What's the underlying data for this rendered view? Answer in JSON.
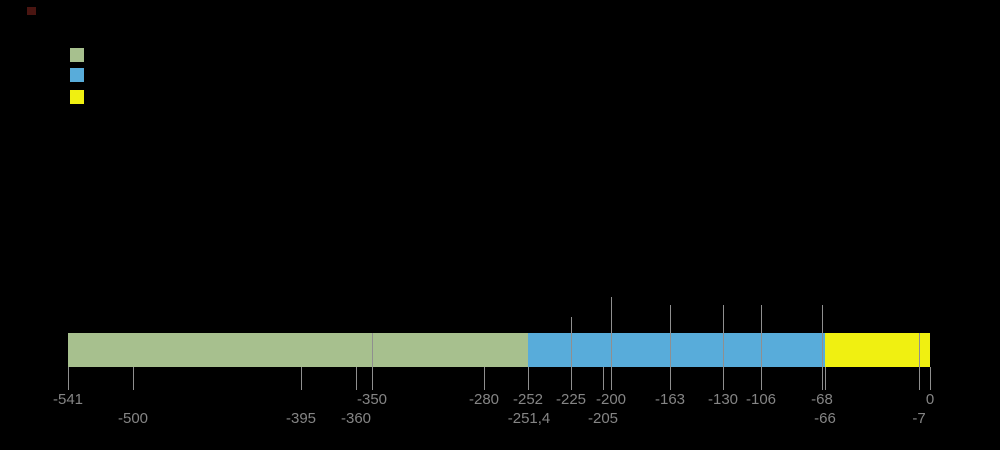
{
  "figure": {
    "background": "#000000",
    "label_color": "#858585",
    "tick_color": "#8f8f8f",
    "top_left_marker_color": "#4a1511"
  },
  "legend": {
    "items": [
      {
        "name": "legend-swatch-green",
        "color": "#a7c08e"
      },
      {
        "name": "legend-swatch-blue",
        "color": "#58acda"
      },
      {
        "name": "legend-swatch-yellow",
        "color": "#f0f011"
      }
    ]
  },
  "chart_data": {
    "type": "timeline",
    "axis": {
      "min": -541,
      "max": 0
    },
    "segments": [
      {
        "id": "green",
        "start": -541,
        "end": -252,
        "color": "#a7c08e"
      },
      {
        "id": "blue",
        "start": -252,
        "end": -66,
        "color": "#58acda"
      },
      {
        "id": "yellow",
        "start": -66,
        "end": 0,
        "color": "#f0f011"
      }
    ],
    "ticks": [
      {
        "value": -541,
        "label": "-541",
        "row": 1,
        "above": 0,
        "through": false
      },
      {
        "value": -500,
        "label": "-500",
        "row": 2,
        "above": 0,
        "through": false
      },
      {
        "value": -395,
        "label": "-395",
        "row": 2,
        "above": 0,
        "through": false
      },
      {
        "value": -360,
        "label": "-360",
        "row": 2,
        "above": 0,
        "through": false
      },
      {
        "value": -350,
        "label": "-350",
        "row": 1,
        "above": 0,
        "through": true
      },
      {
        "value": -280,
        "label": "-280",
        "row": 1,
        "above": 0,
        "through": false
      },
      {
        "value": -252,
        "label": "-252",
        "row": 1,
        "above": 0,
        "through": false
      },
      {
        "value": -251.4,
        "label": "-251,4",
        "row": 2,
        "above": 0,
        "through": false,
        "no_line": true
      },
      {
        "value": -225,
        "label": "-225",
        "row": 1,
        "above": 16,
        "through": true
      },
      {
        "value": -205,
        "label": "-205",
        "row": 2,
        "above": 0,
        "through": false
      },
      {
        "value": -200,
        "label": "-200",
        "row": 1,
        "above": 36,
        "through": true
      },
      {
        "value": -163,
        "label": "-163",
        "row": 1,
        "above": 28,
        "through": true
      },
      {
        "value": -130,
        "label": "-130",
        "row": 1,
        "above": 28,
        "through": true
      },
      {
        "value": -106,
        "label": "-106",
        "row": 1,
        "above": 28,
        "through": true
      },
      {
        "value": -68,
        "label": "-68",
        "row": 1,
        "above": 28,
        "through": true
      },
      {
        "value": -66,
        "label": "-66",
        "row": 2,
        "above": 0,
        "through": false
      },
      {
        "value": -7,
        "label": "-7",
        "row": 2,
        "above": 0,
        "through": true
      },
      {
        "value": 0,
        "label": "0",
        "row": 1,
        "above": 0,
        "through": false
      }
    ]
  }
}
